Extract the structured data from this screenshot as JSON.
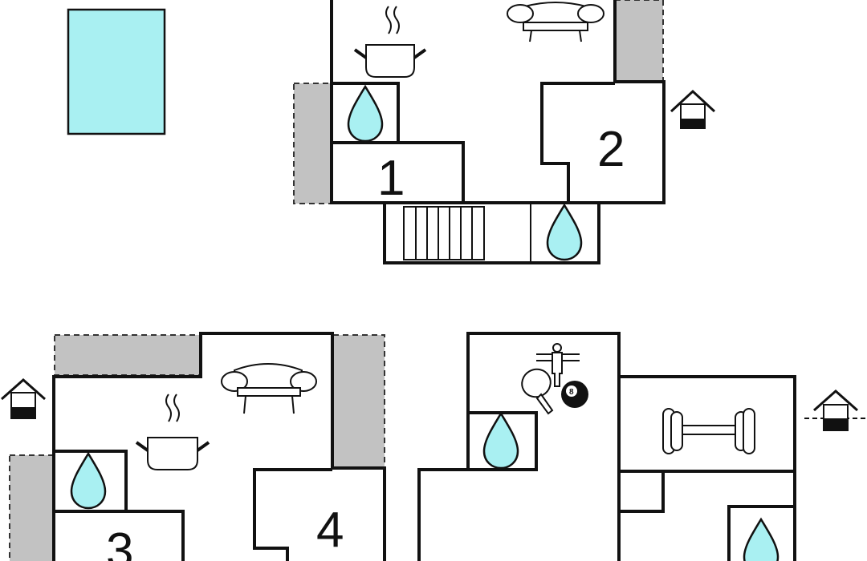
{
  "plan": {
    "upper_floor": {
      "rooms": [
        "1",
        "2"
      ]
    },
    "lower_left_floor": {
      "rooms": [
        "3",
        "4"
      ]
    },
    "lower_right_floor": {
      "rooms": []
    }
  },
  "colors": {
    "pool": "#a9f0f2",
    "water_drop": "#a9f0f2",
    "terrace": "#c2c2c2",
    "wall": "#111111"
  },
  "icons": [
    "pool",
    "cooking-pot-icon",
    "sofa-icon",
    "water-drop-icon",
    "stairs-icon",
    "entrance-house-icon",
    "table-football-icon",
    "ping-pong-icon",
    "billiard-ball-icon",
    "dumbbell-icon"
  ],
  "billiard_ball_label": "8"
}
